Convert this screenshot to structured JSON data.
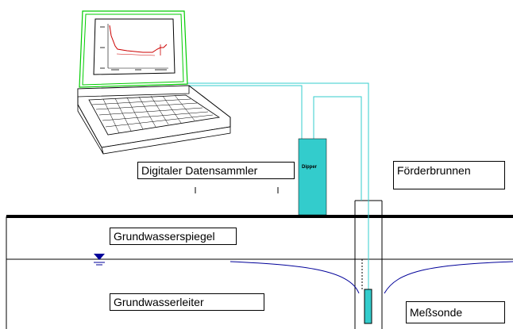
{
  "labels": {
    "datensammler": "Digitaler Datensammler",
    "foerderbrunnen": "Förderbrunnen",
    "grundwasserspiegel": "Grundwasserspiegel",
    "grundwasserleiter": "Grundwasserleiter",
    "messsonde": "Meßsonde",
    "dipper": "Dipper"
  },
  "colors": {
    "cable": "#33cccc",
    "dipper": "#33cccc",
    "laptop_screen_outline": "#00cc00",
    "curve_screen": "#cc0000",
    "drawdown_curve": "#000099",
    "water_symbol": "#000099",
    "ground": "#000000"
  },
  "icons": {
    "water_table_marker": "water-level-triangle-icon",
    "computer": "laptop-icon"
  }
}
